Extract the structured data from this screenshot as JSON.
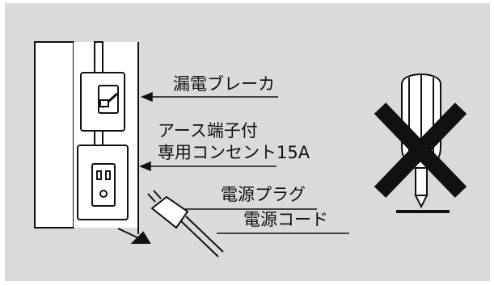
{
  "labels": {
    "breaker": "漏電ブレーカ",
    "outlet_line1": "アース端子付",
    "outlet_line2": "専用コンセント15A",
    "plug": "電源プラグ",
    "cord": "電源コード"
  },
  "icons": {
    "warning": "screwdriver-prohibited-icon",
    "breaker": "breaker-switch-icon",
    "outlet": "grounded-outlet-icon",
    "plug": "power-plug-icon"
  },
  "colors": {
    "background": "#dadada",
    "line": "#111111",
    "fill": "#ffffff"
  }
}
